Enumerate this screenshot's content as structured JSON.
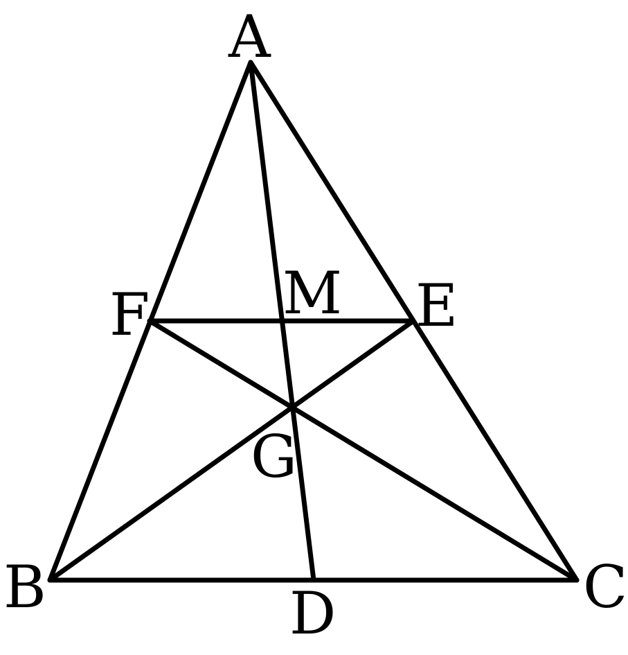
{
  "diagram": {
    "type": "triangle-medians",
    "stroke_color": "#000000",
    "background_color": "#ffffff",
    "points": {
      "A": "A",
      "B": "B",
      "C": "C",
      "D": "D",
      "E": "E",
      "F": "F",
      "G": "G",
      "M": "M"
    },
    "segments": [
      [
        "A",
        "B"
      ],
      [
        "A",
        "C"
      ],
      [
        "B",
        "C"
      ],
      [
        "A",
        "D"
      ],
      [
        "B",
        "E"
      ],
      [
        "C",
        "F"
      ],
      [
        "F",
        "E"
      ]
    ]
  }
}
